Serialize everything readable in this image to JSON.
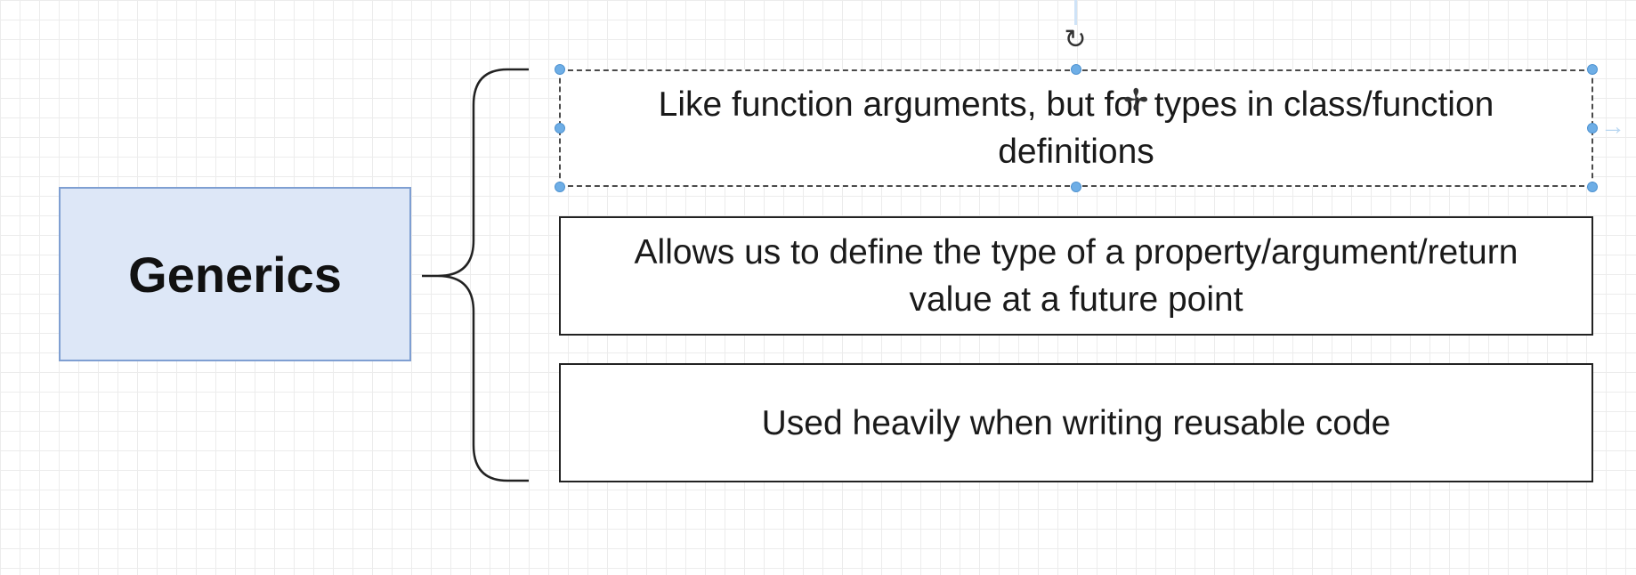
{
  "diagram": {
    "main_label": "Generics",
    "items": [
      {
        "label": "Like function arguments, but for types in class/function definitions",
        "selected": true
      },
      {
        "label": "Allows us to define the type of a property/argument/return value at a future point",
        "selected": false
      },
      {
        "label": "Used heavily when writing reusable code",
        "selected": false
      }
    ]
  },
  "editor": {
    "rotate_icon": "↻",
    "connect_arrow": "→",
    "cursor_icon": "✢"
  },
  "colors": {
    "main_fill": "#dde7f7",
    "main_border": "#7f9fd2",
    "selection_handle": "#6eaee6",
    "grid": "#ececec"
  }
}
